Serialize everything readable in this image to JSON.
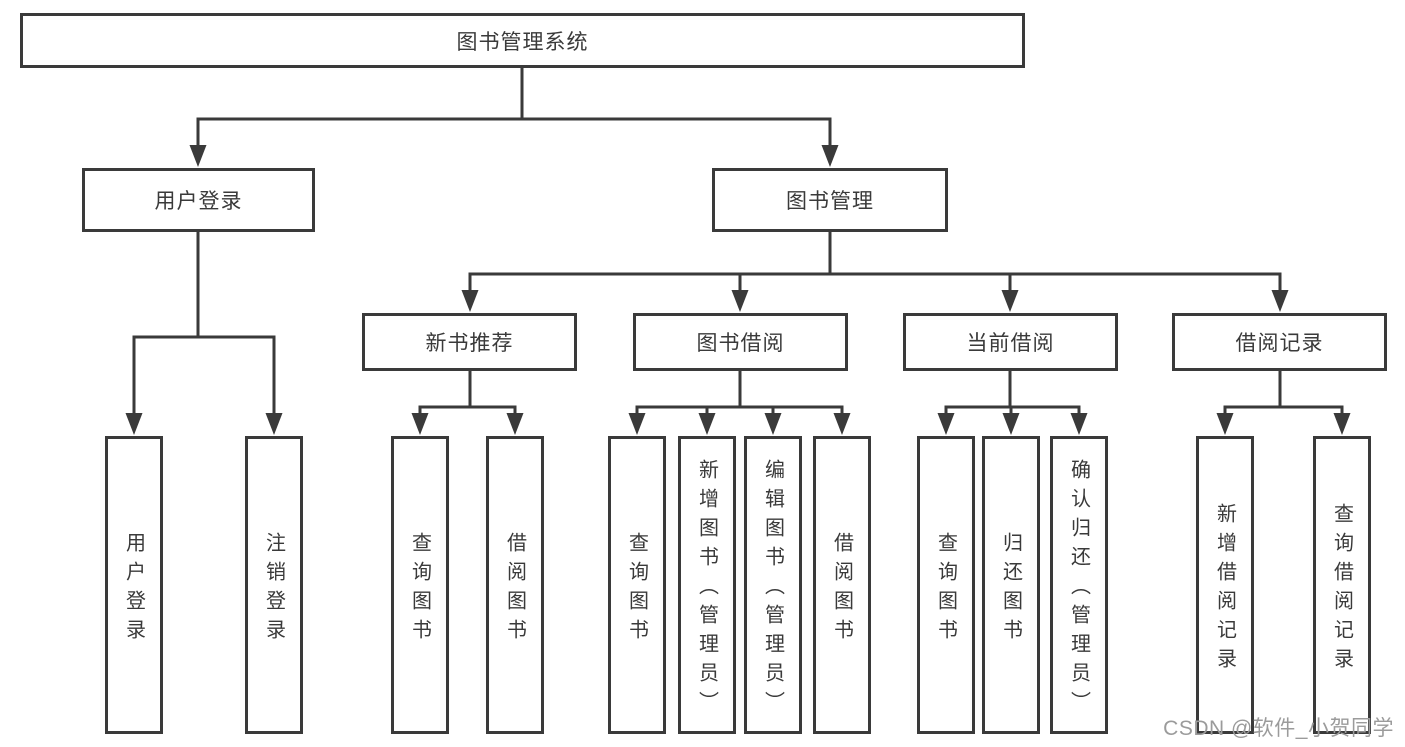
{
  "diagram": {
    "root": {
      "label": "图书管理系统"
    },
    "branches": [
      {
        "label": "用户登录",
        "children": [
          {
            "label": "用户登录"
          },
          {
            "label": "注销登录"
          }
        ]
      },
      {
        "label": "图书管理",
        "children": [
          {
            "label": "新书推荐",
            "children": [
              {
                "label": "查询图书"
              },
              {
                "label": "借阅图书"
              }
            ]
          },
          {
            "label": "图书借阅",
            "children": [
              {
                "label": "查询图书"
              },
              {
                "label": "新增图书（管理员）"
              },
              {
                "label": "编辑图书（管理员）"
              },
              {
                "label": "借阅图书"
              }
            ]
          },
          {
            "label": "当前借阅",
            "children": [
              {
                "label": "查询图书"
              },
              {
                "label": "归还图书"
              },
              {
                "label": "确认归还（管理员）"
              }
            ]
          },
          {
            "label": "借阅记录",
            "children": [
              {
                "label": "新增借阅记录"
              },
              {
                "label": "查询借阅记录"
              }
            ]
          }
        ]
      }
    ]
  },
  "watermark": {
    "text": "CSDN @软件_小贺同学"
  },
  "colors": {
    "line": "#3a3a3a",
    "border": "#3a3a3a",
    "text": "#3a3a3a",
    "background": "#ffffff",
    "watermark": "#9b9b9b"
  }
}
